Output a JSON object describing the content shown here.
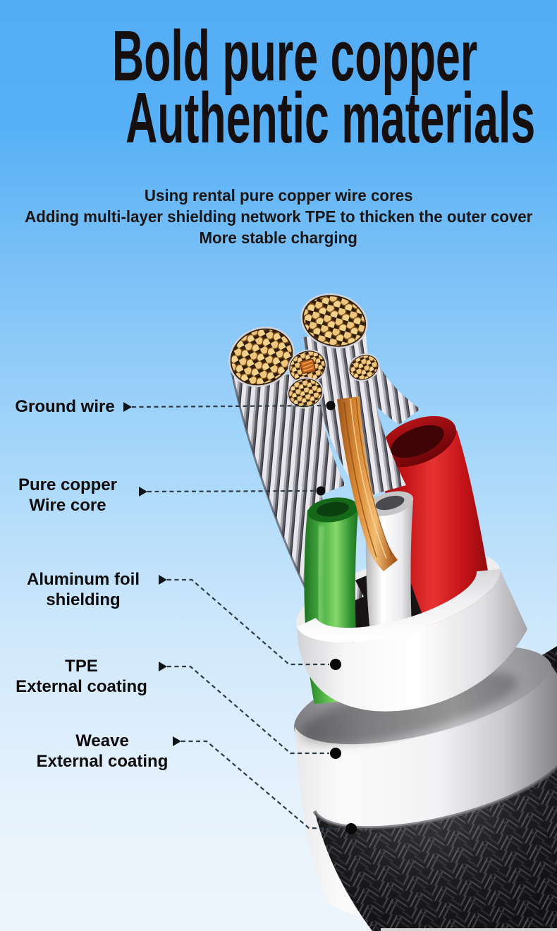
{
  "title": {
    "line1": "Bold pure copper",
    "line2": "Authentic materials"
  },
  "subtitle": {
    "line1": "Using rental pure copper wire cores",
    "line2": "Adding multi-layer shielding network TPE to thicken the outer cover",
    "line3": "More stable charging"
  },
  "labels": {
    "ground_wire": {
      "text": "Ground wire"
    },
    "pure_copper": {
      "line1": "Pure copper",
      "line2": "Wire core"
    },
    "aluminum_foil": {
      "line1": "Aluminum foil",
      "line2": "shielding"
    },
    "tpe": {
      "line1": "TPE",
      "line2": "External coating"
    },
    "weave": {
      "line1": "Weave",
      "line2": "External coating"
    }
  },
  "colors": {
    "background_top": "#56aff5",
    "background_bottom": "#eef6fd",
    "title_text": "#15100f",
    "subtitle_text": "#1b1616",
    "label_text": "#0e0c0c",
    "pointer_line": "#2e3b44",
    "pointer_dot": "#0a0a0a",
    "copper_strand_gold": "#eec77e",
    "copper_foil_orange": "#d98a35",
    "wire_green": "#39a43b",
    "wire_red": "#c41318",
    "wire_white": "#f2f2f4",
    "tpe_coating_white": "#ececee",
    "weave_black": "#141414"
  }
}
